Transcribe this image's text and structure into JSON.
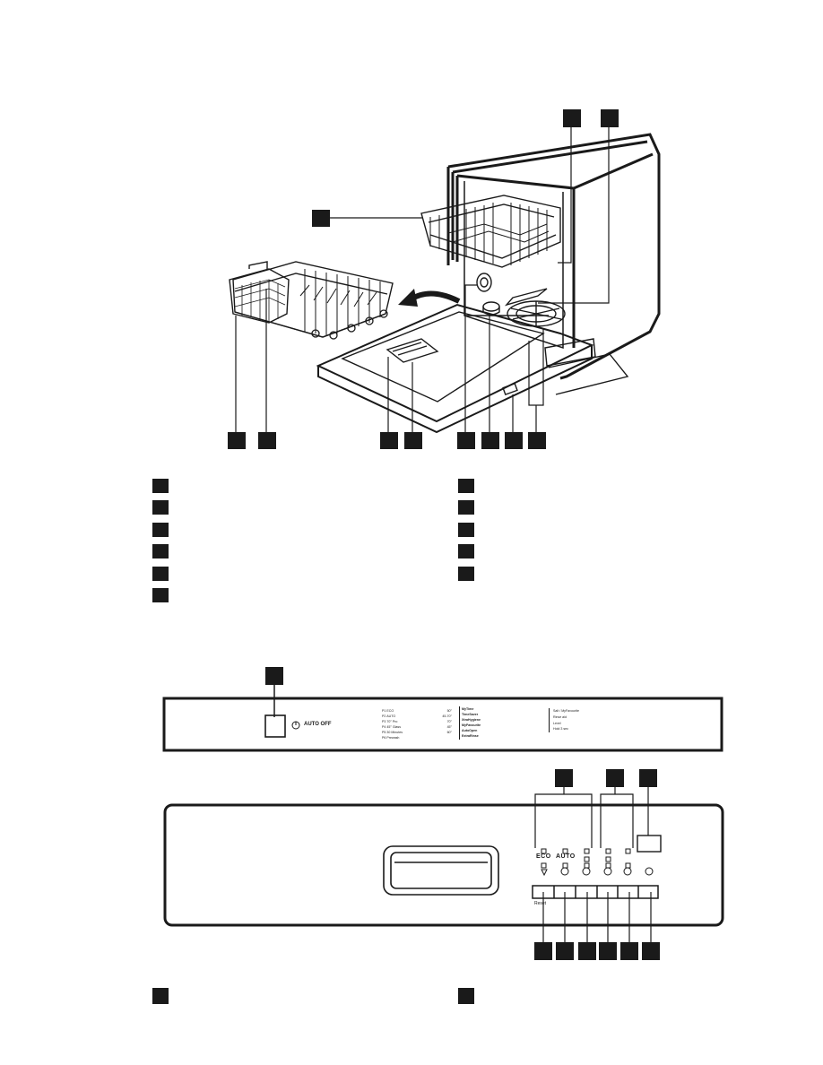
{
  "panel_top": {
    "auto_off_label": "AUTO OFF",
    "programs": [
      {
        "code": "P1",
        "name": "ECO",
        "temp": "50°"
      },
      {
        "code": "P2",
        "name": "AUTO",
        "temp": "45-70°"
      },
      {
        "code": "P3",
        "name": "70° Pro",
        "temp": "70°"
      },
      {
        "code": "P4",
        "name": "45° Glass",
        "temp": "45°"
      },
      {
        "code": "P5",
        "name": "30 Minutes",
        "temp": "60°"
      },
      {
        "code": "P6",
        "name": "Prewash",
        "temp": ""
      }
    ],
    "options": [
      "MyTime",
      "TimeSaver",
      "XtraHygiene",
      "MyFavourite",
      "AutoOpen",
      "ExtraRinse"
    ],
    "notes": [
      "Salt / MyFavourite",
      "Rinse aid",
      "Level",
      "Hold 3 sec"
    ]
  },
  "panel_front": {
    "indicator_labels": [
      "ECO",
      "AUTO"
    ],
    "button_labels": [
      "Reset",
      "",
      "",
      "",
      "",
      ""
    ]
  }
}
